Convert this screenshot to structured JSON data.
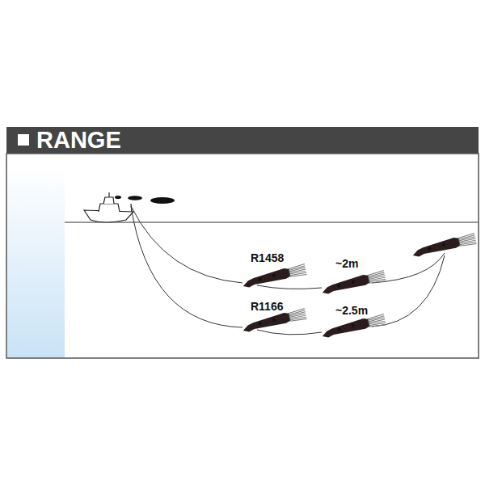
{
  "diagram": {
    "title": "RANGE",
    "labels": [
      "R1458",
      "~2m",
      "R1166",
      "~2.5m"
    ]
  }
}
